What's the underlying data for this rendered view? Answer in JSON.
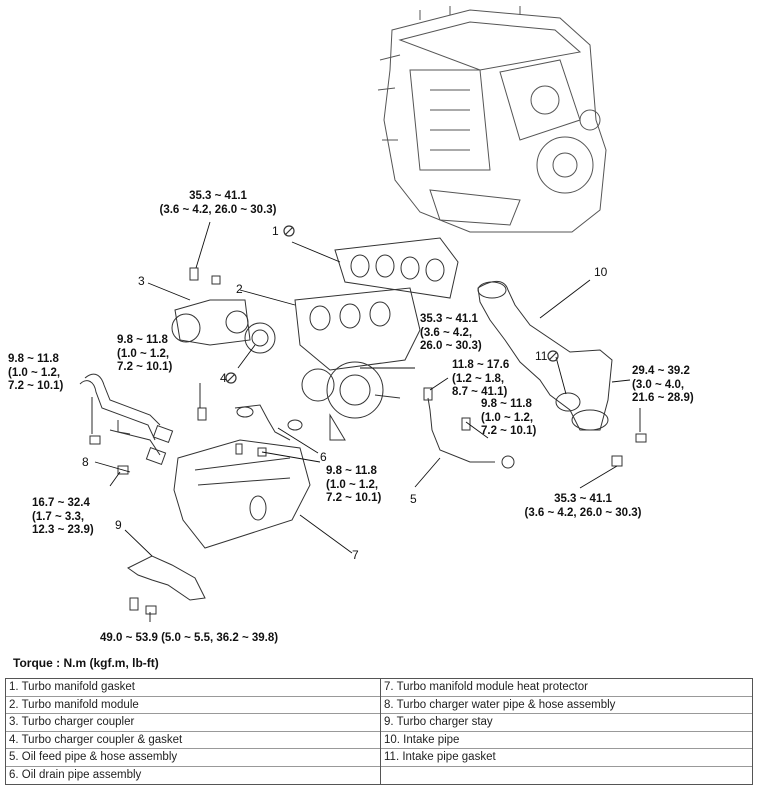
{
  "callouts": {
    "n1": "1",
    "n2": "2",
    "n3": "3",
    "n4": "4",
    "n5": "5",
    "n6": "6",
    "n7": "7",
    "n8": "8",
    "n9": "9",
    "n10": "10",
    "n11": "11"
  },
  "torques": {
    "top_bolt_a": "35.3 ~ 41.1",
    "top_bolt_b": "(3.6 ~ 4.2, 26.0 ~ 30.3)",
    "manifold_nut_a": "35.3 ~ 41.1",
    "manifold_nut_b": "(3.6 ~ 4.2,",
    "manifold_nut_c": "26.0 ~ 30.3)",
    "coupler_a": "9.8 ~ 11.8",
    "coupler_b": "(1.0 ~ 1.2,",
    "coupler_c": "7.2 ~ 10.1)",
    "water_pipe_a": "9.8 ~ 11.8",
    "water_pipe_b": "(1.0 ~ 1.2,",
    "water_pipe_c": "7.2 ~ 10.1)",
    "oil_feed_top_a": "11.8 ~ 17.6",
    "oil_feed_top_b": "(1.2 ~ 1.8,",
    "oil_feed_top_c": "8.7 ~ 41.1)",
    "oil_feed_mid_a": "9.8 ~ 11.8",
    "oil_feed_mid_b": "(1.0 ~ 1.2,",
    "oil_feed_mid_c": "7.2 ~ 10.1)",
    "oil_drain_a": "9.8 ~ 11.8",
    "oil_drain_b": "(1.0 ~ 1.2,",
    "oil_drain_c": "7.2 ~ 10.1)",
    "intake_right_a": "29.4 ~  39.2",
    "intake_right_b": "(3.0 ~ 4.0,",
    "intake_right_c": "21.6 ~ 28.9)",
    "heat_prot_a": "16.7 ~ 32.4",
    "heat_prot_b": "(1.7 ~ 3.3,",
    "heat_prot_c": "12.3 ~ 23.9)",
    "intake_bottom_a": "35.3 ~ 41.1",
    "intake_bottom_b": "(3.6 ~ 4.2, 26.0 ~ 30.3)",
    "stay": "49.0 ~ 53.9 (5.0 ~ 5.5, 36.2 ~ 39.8)"
  },
  "torque_title": "Torque : N.m (kgf.m, lb-ft)",
  "legend": {
    "left": [
      "1. Turbo manifold gasket",
      "2. Turbo manifold module",
      "3. Turbo charger coupler",
      "4. Turbo charger coupler & gasket",
      "5. Oil feed pipe & hose assembly",
      "6. Oil drain pipe assembly"
    ],
    "right": [
      "7. Turbo manifold module heat protector",
      "8. Turbo charger water pipe & hose assembly",
      "9. Turbo charger stay",
      "10. Intake pipe",
      "11. Intake pipe gasket",
      ""
    ]
  },
  "icons": {
    "replace_symbol": "no-reuse-symbol-icon"
  }
}
